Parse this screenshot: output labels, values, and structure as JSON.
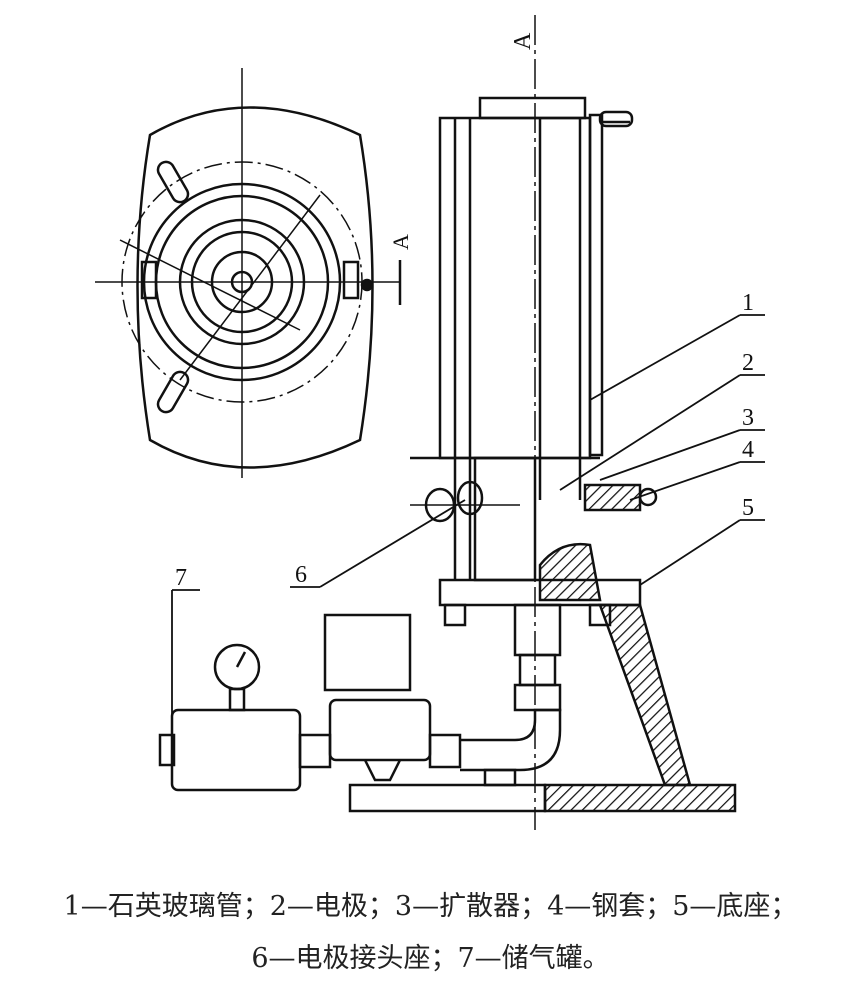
{
  "figure": {
    "section_labels": [
      "A",
      "A"
    ],
    "part_numbers": [
      "1",
      "2",
      "3",
      "4",
      "5",
      "6",
      "7"
    ]
  },
  "caption": {
    "line1": "1—石英玻璃管；2—电极；3—扩散器；4—钢套；5—底座；",
    "line2": "6—电极接头座；7—储气罐。"
  }
}
